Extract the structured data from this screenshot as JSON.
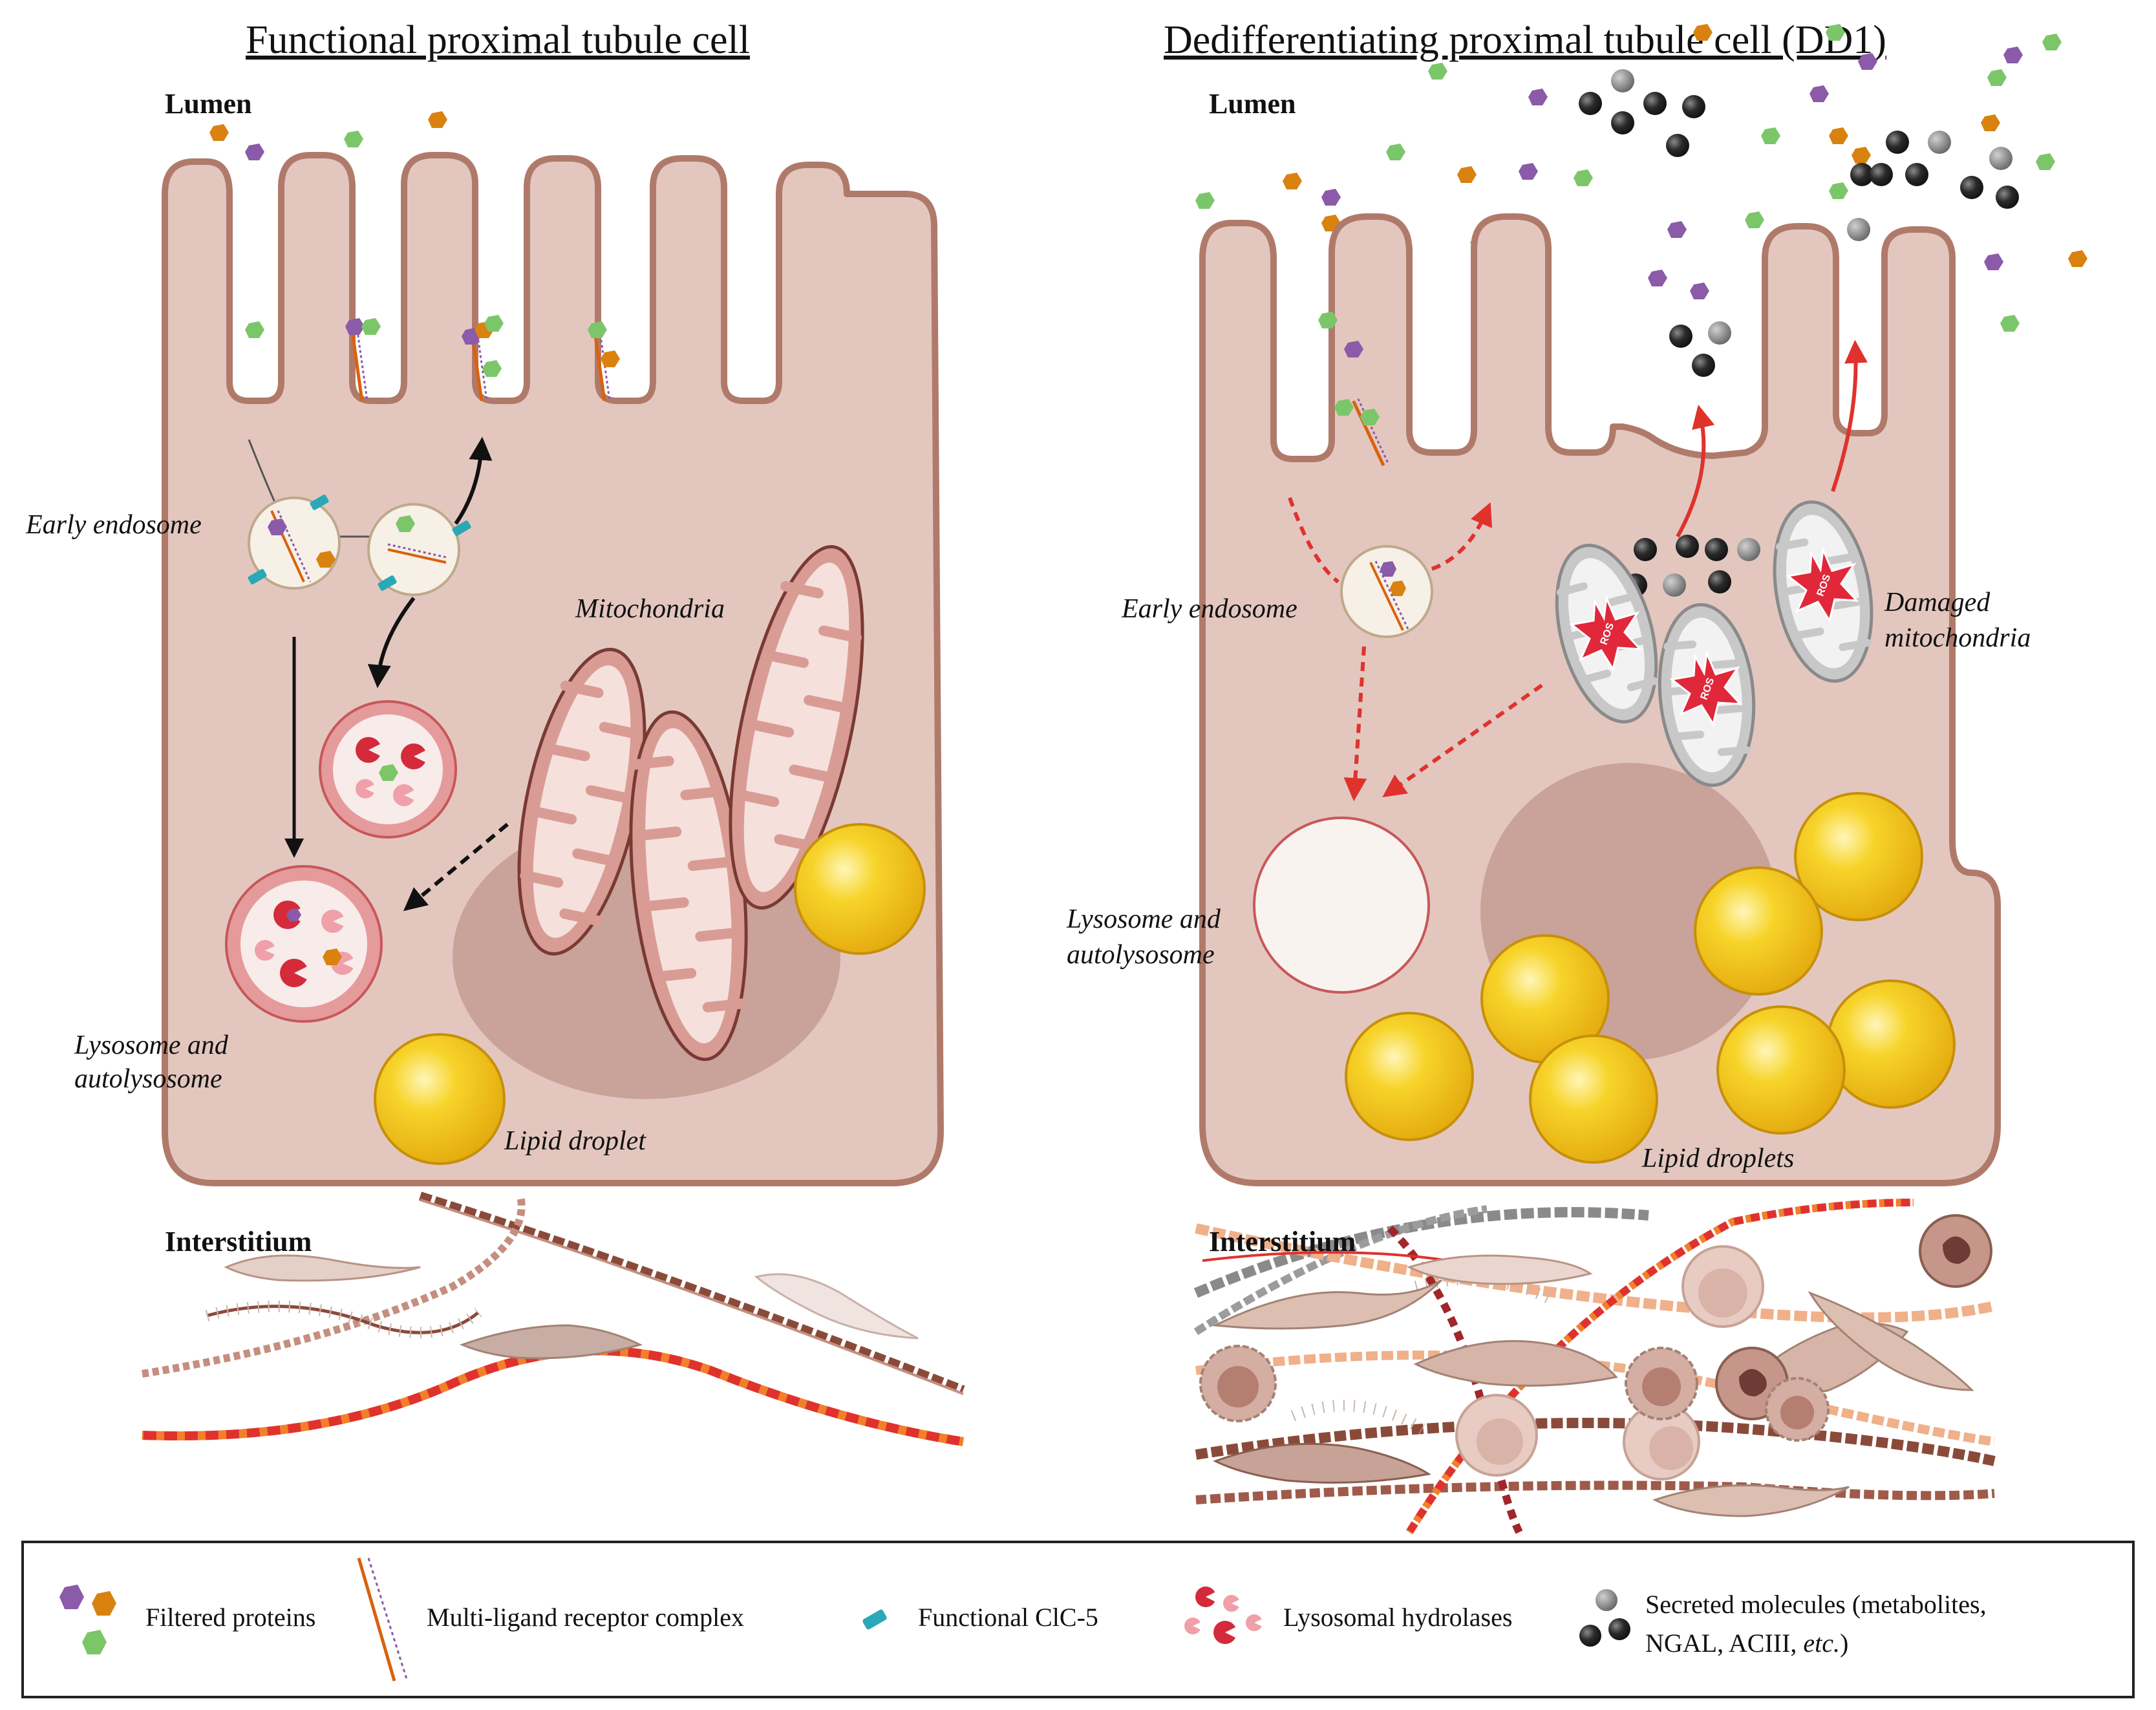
{
  "left_panel": {
    "title": "Functional proximal tubule cell",
    "lumen": "Lumen",
    "early_endosome": "Early endosome",
    "mitochondria": "Mitochondria",
    "lysosome_line1": "Lysosome and",
    "lysosome_line2": "autolysosome",
    "lipid_droplet": "Lipid droplet",
    "interstitium": "Interstitium"
  },
  "right_panel": {
    "title": "Dedifferentiating proximal tubule cell (DD1)",
    "lumen": "Lumen",
    "early_endosome": "Early endosome",
    "damaged_line1": "Damaged",
    "damaged_line2": "mitochondria",
    "lysosome_line1": "Lysosome and",
    "lysosome_line2": "autolysosome",
    "lipid_droplets": "Lipid droplets",
    "interstitium": "Interstitium",
    "ros": "ROS"
  },
  "legend": {
    "filtered_proteins": "Filtered proteins",
    "receptor_complex": "Multi-ligand  receptor complex",
    "clc5": "Functional ClC-5",
    "hydrolases": "Lysosomal hydrolases",
    "secreted_line1": "Secreted molecules (metabolites,",
    "secreted_line2_a": "NGAL, ACIII, ",
    "secreted_line2_b": "etc.",
    "secreted_line2_c": ")"
  },
  "colors": {
    "cell_fill": "#e3c7bf",
    "cell_stroke": "#b07a6a",
    "nucleus": "#c9a29a",
    "mito_fill": "#d99c94",
    "mito_stroke": "#7a3a34",
    "damaged_mito_fill": "#c8c8c8",
    "lipid": "#f3c516",
    "lysosome_ring": "#e59b9b",
    "hydrolase": "#d42a3a",
    "clc5": "#2aa8b8",
    "protein_purple": "#8b5aa8",
    "protein_orange": "#d9820f",
    "protein_green": "#7cc66a",
    "secreted": "#2b2b2b",
    "arrow_red": "#e0322d",
    "ros_red": "#e0283a"
  },
  "icons": [
    "purple-protein-icon",
    "orange-protein-icon",
    "green-protein-icon",
    "receptor-complex-icon",
    "clc5-channel-icon",
    "hydrolase-icon",
    "secreted-molecule-icon",
    "ros-burst-icon"
  ]
}
